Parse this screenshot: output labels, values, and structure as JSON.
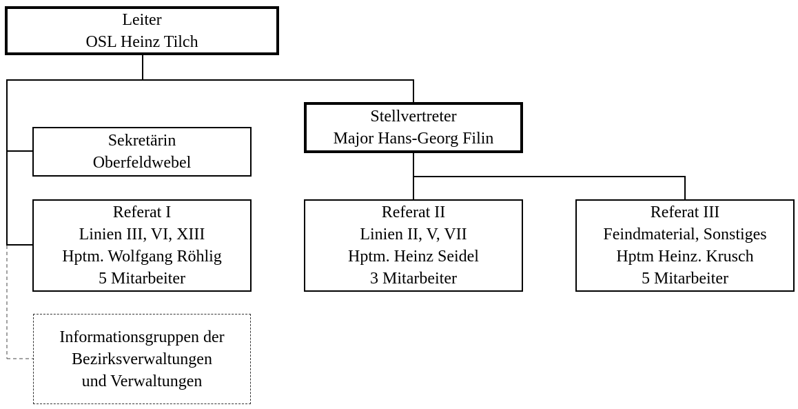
{
  "leiter": {
    "line1": "Leiter",
    "line2": "OSL Heinz Tilch"
  },
  "stellvertreter": {
    "line1": "Stellvertreter",
    "line2": "Major Hans-Georg Filin"
  },
  "sekretaerin": {
    "line1": "Sekretärin",
    "line2": "Oberfeldwebel"
  },
  "referat1": {
    "line1": "Referat I",
    "line2": "Linien III, VI, XIII",
    "line3": "Hptm. Wolfgang Röhlig",
    "line4": "5 Mitarbeiter"
  },
  "referat2": {
    "line1": "Referat II",
    "line2": "Linien II, V, VII",
    "line3": "Hptm. Heinz Seidel",
    "line4": "3 Mitarbeiter"
  },
  "referat3": {
    "line1": "Referat III",
    "line2": "Feindmaterial, Sonstiges",
    "line3": "Hptm Heinz. Krusch",
    "line4": "5 Mitarbeiter"
  },
  "info": {
    "line1": "Informationsgruppen der",
    "line2": "Bezirksverwaltungen",
    "line3": "und Verwaltungen"
  }
}
